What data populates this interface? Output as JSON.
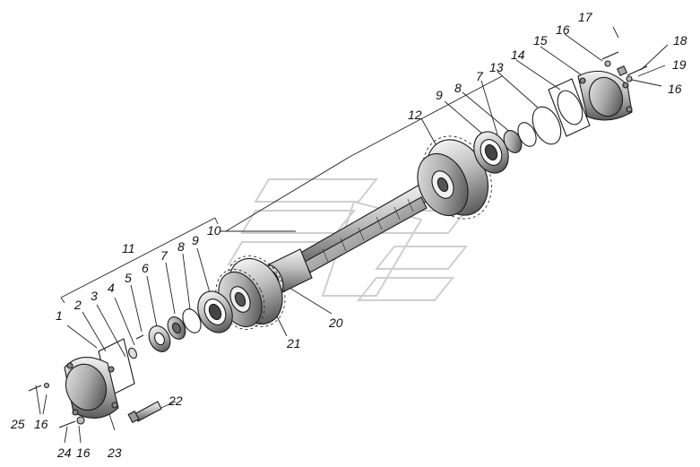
{
  "diagram": {
    "callouts": [
      {
        "id": "c1",
        "text": "1"
      },
      {
        "id": "c2",
        "text": "2"
      },
      {
        "id": "c3",
        "text": "3"
      },
      {
        "id": "c4",
        "text": "4"
      },
      {
        "id": "c5",
        "text": "5"
      },
      {
        "id": "c6",
        "text": "6"
      },
      {
        "id": "c7a",
        "text": "7"
      },
      {
        "id": "c8a",
        "text": "8"
      },
      {
        "id": "c9a",
        "text": "9"
      },
      {
        "id": "c10",
        "text": "10"
      },
      {
        "id": "c11",
        "text": "11"
      },
      {
        "id": "c12",
        "text": "12"
      },
      {
        "id": "c9b",
        "text": "9"
      },
      {
        "id": "c8b",
        "text": "8"
      },
      {
        "id": "c7b",
        "text": "7"
      },
      {
        "id": "c13",
        "text": "13"
      },
      {
        "id": "c14",
        "text": "14"
      },
      {
        "id": "c15",
        "text": "15"
      },
      {
        "id": "c16a",
        "text": "16"
      },
      {
        "id": "c17",
        "text": "17"
      },
      {
        "id": "c18",
        "text": "18"
      },
      {
        "id": "c19",
        "text": "19"
      },
      {
        "id": "c16b",
        "text": "16"
      },
      {
        "id": "c20",
        "text": "20"
      },
      {
        "id": "c21",
        "text": "21"
      },
      {
        "id": "c22",
        "text": "22"
      },
      {
        "id": "c23",
        "text": "23"
      },
      {
        "id": "c16c",
        "text": "16"
      },
      {
        "id": "c16d",
        "text": "16"
      },
      {
        "id": "c24",
        "text": "24"
      },
      {
        "id": "c25",
        "text": "25"
      }
    ]
  }
}
